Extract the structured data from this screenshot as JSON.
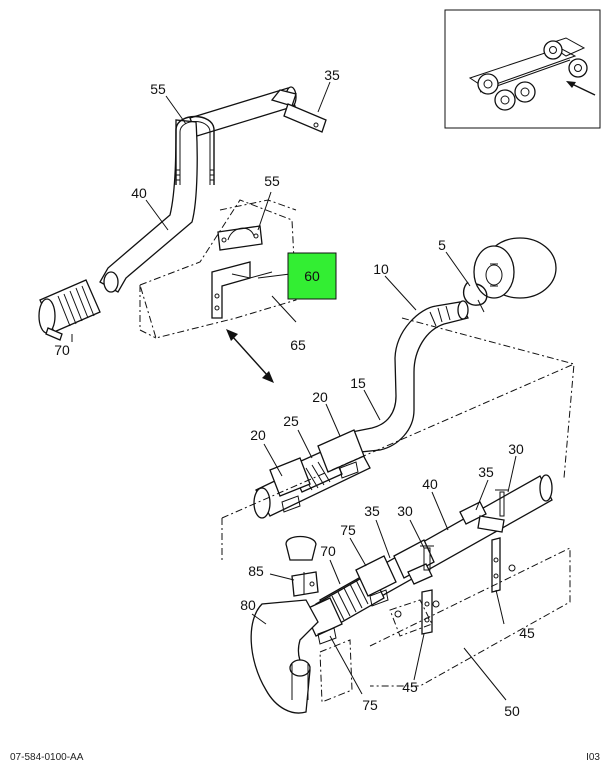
{
  "callouts": {
    "c55a": "55",
    "c35a": "35",
    "c40a": "40",
    "c55b": "55",
    "c60": "60",
    "c70a": "70",
    "c65": "65",
    "c10": "10",
    "c5": "5",
    "c15": "15",
    "c20a": "20",
    "c25": "25",
    "c20b": "20",
    "c30a": "30",
    "c35b": "35",
    "c40b": "40",
    "c35c": "35",
    "c30b": "30",
    "c75a": "75",
    "c70b": "70",
    "c85": "85",
    "c80": "80",
    "c45a": "45",
    "c45b": "45",
    "c75b": "75",
    "c50": "50"
  },
  "highlight_color": "#33ee33",
  "footer": {
    "left_code": "07-584-0100-AA",
    "right_code": "I03"
  }
}
